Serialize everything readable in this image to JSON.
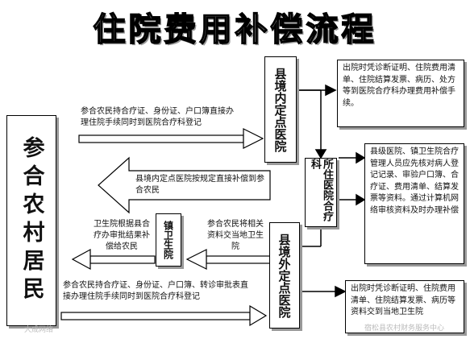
{
  "title": "住院费用补偿流程",
  "boxes": {
    "villager": "参合农村居民",
    "county_internal": "县境内定点医院",
    "county_external": "县境外定点医院",
    "hospital_coop": "所住医院合疗科",
    "town_clinic": "镇卫生院"
  },
  "notes": {
    "to_county_internal": "参合农民持合疗证、身份证、户口簿直接办理住院手续同时到医院合疗科登记",
    "back_from_internal": "县境内定点医院按规定直接补偿到参合农民",
    "external_to_clinic": "参合农民将相关资料交当地卫生院",
    "clinic_to_villager": "卫生院根据县合疗办审批结果补偿给农民",
    "to_county_external": "参合农民持合疗证、身份证、户口簿、转诊审批表直接办理住院手续同时到医院合疗科登记"
  },
  "right_notes": {
    "top": "出院时凭诊断证明、住院费用清单、住院结算发票、病历、处方等到医院合疗科办理费用补偿手续。",
    "middle": "县级医院、镇卫生院合疗管理人员应先核对病人登记记录、审验户口簿、合疗证、费用清单、结算发票等资料。通过计算机网络审核资料及时办理补偿",
    "bottom": "出院时凭诊断证明、住院费用清单、住院结算发票、病历等资料交到当地卫生院"
  },
  "watermark": {
    "left": "大成网络",
    "right": "宿松县农村财务服务中心"
  }
}
